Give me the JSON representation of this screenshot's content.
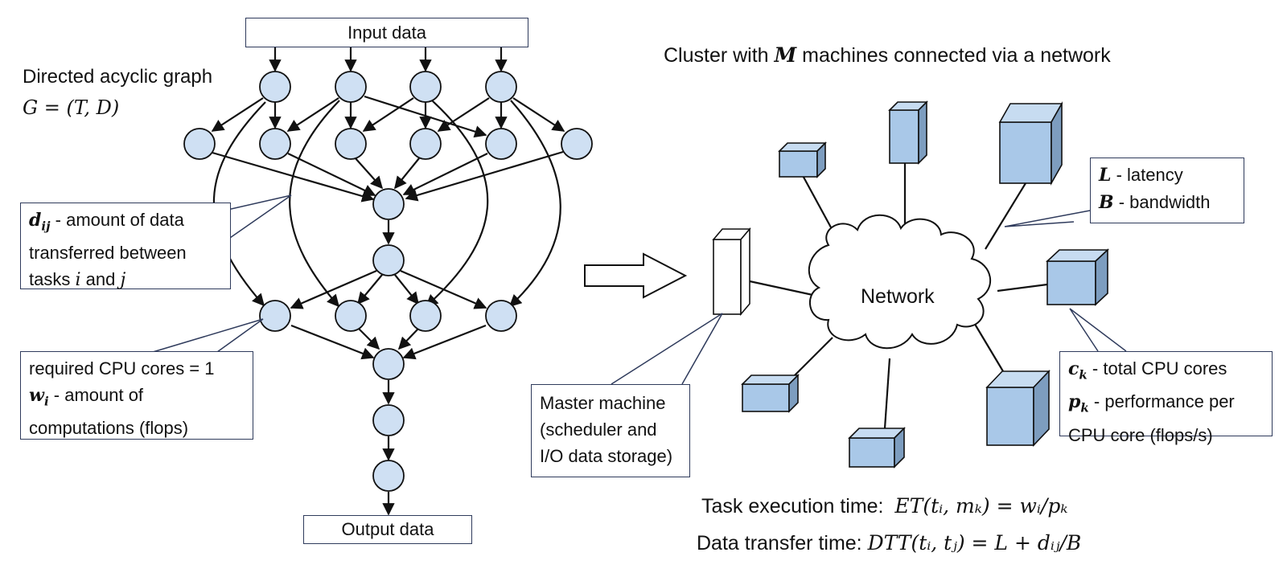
{
  "dag": {
    "input_label": "Input data",
    "output_label": "Output data",
    "title_line1": "Directed acyclic graph",
    "title_line2": "G = (T, D)",
    "edge_callout": {
      "var": "d",
      "sub": "ij",
      "line1_rest": " - amount of data",
      "line2": "transferred between",
      "line3_a": "tasks ",
      "line3_i": "i",
      "line3_and": " and ",
      "line3_j": "j"
    },
    "task_callout": {
      "line1": "required CPU cores = 1",
      "var": "w",
      "sub": "i",
      "line2_rest": " - amount of",
      "line3": "computations (flops)"
    }
  },
  "cluster": {
    "title_a": "Cluster with ",
    "title_m": "M",
    "title_b": " machines connected via a network",
    "network_label": "Network",
    "latency_var": "L",
    "latency_text": " - latency",
    "bandwidth_var": "B",
    "bandwidth_text": " - bandwidth",
    "master_line1": "Master machine",
    "master_line2": "(scheduler and",
    "master_line3": "I/O data storage)",
    "cores_var": "c",
    "cores_sub": "k",
    "cores_text": " - total CPU cores",
    "perf_var": "p",
    "perf_sub": "k",
    "perf_text": " - performance per",
    "perf_line2": "CPU core (flops/s)"
  },
  "formulas": {
    "et_label": "Task execution time:",
    "et_formula": "ET(tᵢ, mₖ) = wᵢ/pₖ",
    "dtt_label": "Data transfer time:",
    "dtt_formula": "DTT(tᵢ, tⱼ) = L + dᵢⱼ/B"
  },
  "colors": {
    "node_fill": "#cfe0f3",
    "machine_front": "#a9c8e8",
    "machine_top": "#c7dcf1",
    "machine_side": "#7d9dbf",
    "callout_border": "#2f3b5c"
  }
}
